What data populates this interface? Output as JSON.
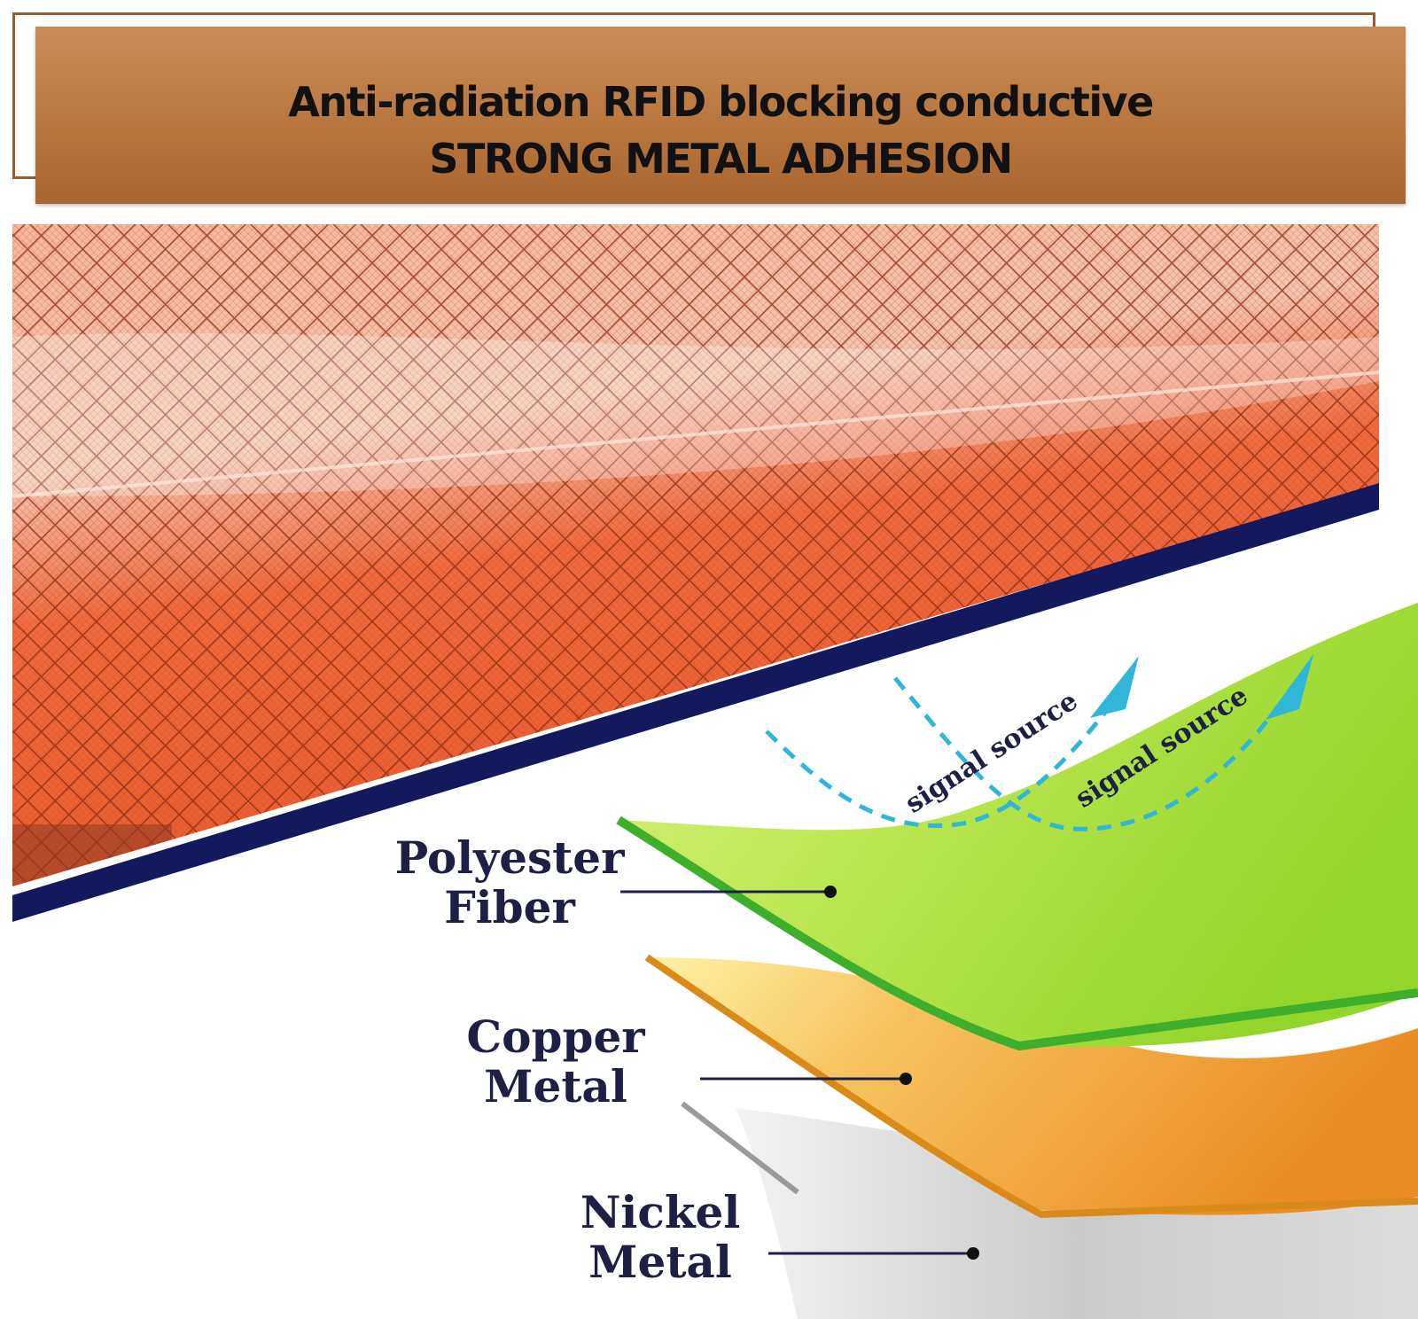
{
  "banner": {
    "line1": "Anti-radiation RFID blocking conductive",
    "line2": "STRONG METAL ADHESION"
  },
  "signal_labels": [
    "signal source",
    "signal source"
  ],
  "layers": [
    {
      "line1": "Polyester",
      "line2": "Fiber"
    },
    {
      "line1": "Copper",
      "line2": "Metal"
    },
    {
      "line1": "Nickel",
      "line2": "Metal"
    }
  ],
  "colors": {
    "banner": "#b9773f",
    "divider": "#14195e",
    "polyester": "#9ed834",
    "copper": "#f2a23f",
    "nickel": "#c8c8c8",
    "signal": "#2fb6d8",
    "label": "#1d1f45"
  }
}
